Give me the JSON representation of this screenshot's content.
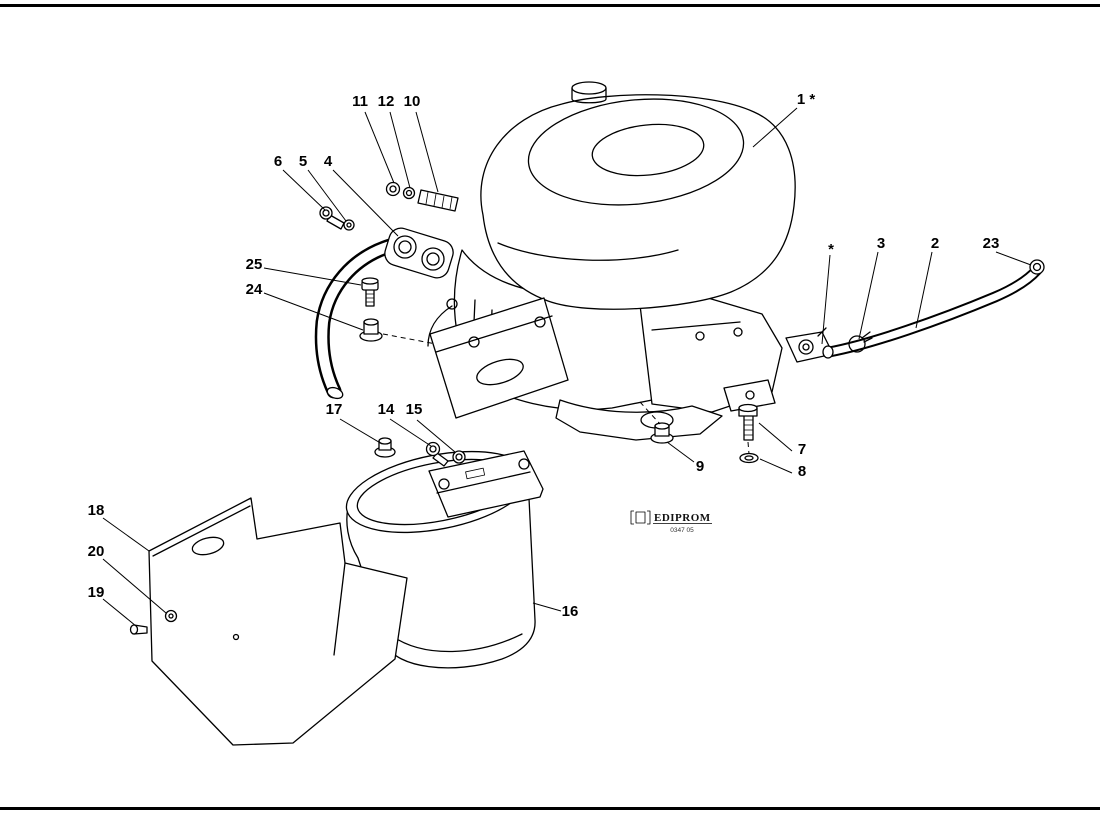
{
  "page": {
    "background": "#ffffff",
    "line_color": "#000000"
  },
  "logo": {
    "name": "EDIPROM",
    "code": "0347 05"
  },
  "callouts": [
    {
      "label": "11"
    },
    {
      "label": "12"
    },
    {
      "label": "10"
    },
    {
      "label": "1 *"
    },
    {
      "label": "6"
    },
    {
      "label": "5"
    },
    {
      "label": "4"
    },
    {
      "label": "25"
    },
    {
      "label": "24"
    },
    {
      "label": "*"
    },
    {
      "label": "3"
    },
    {
      "label": "2"
    },
    {
      "label": "23"
    },
    {
      "label": "17"
    },
    {
      "label": "14"
    },
    {
      "label": "15"
    },
    {
      "label": "9"
    },
    {
      "label": "7"
    },
    {
      "label": "8"
    },
    {
      "label": "16"
    },
    {
      "label": "18"
    },
    {
      "label": "20"
    },
    {
      "label": "19"
    }
  ]
}
